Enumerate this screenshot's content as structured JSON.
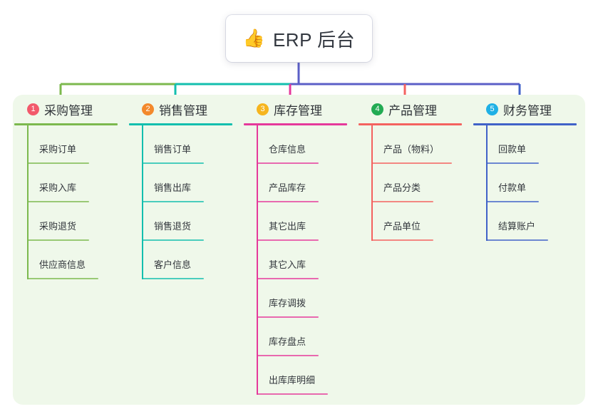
{
  "diagram": {
    "type": "mindmap-tree",
    "background_color": "#ffffff",
    "panel_color": "#eff8ea",
    "root": {
      "emoji": "👍",
      "emoji_name": "thumbs-up-icon",
      "title": "ERP 后台",
      "stem_color": "#5b5fc7"
    },
    "branches": [
      {
        "number": "1",
        "title": "采购管理",
        "badge_color": "#f2596b",
        "line_color": "#7cb94e",
        "items": [
          "采购订单",
          "采购入库",
          "采购退货",
          "供应商信息"
        ]
      },
      {
        "number": "2",
        "title": "销售管理",
        "badge_color": "#f3892c",
        "line_color": "#13bfae",
        "items": [
          "销售订单",
          "销售出库",
          "销售退货",
          "客户信息"
        ]
      },
      {
        "number": "3",
        "title": "库存管理",
        "badge_color": "#f6b51e",
        "line_color": "#e5399b",
        "items": [
          "仓库信息",
          "产品库存",
          "其它出库",
          "其它入库",
          "库存调拨",
          "库存盘点",
          "出库库明细"
        ]
      },
      {
        "number": "4",
        "title": "产品管理",
        "badge_color": "#22ab53",
        "line_color": "#f4625f",
        "items": [
          "产品（物料）",
          "产品分类",
          "产品单位"
        ]
      },
      {
        "number": "5",
        "title": "财务管理",
        "badge_color": "#1fb0e5",
        "line_color": "#4062c8",
        "items": [
          "回款单",
          "付款单",
          "结算账户"
        ]
      }
    ]
  }
}
